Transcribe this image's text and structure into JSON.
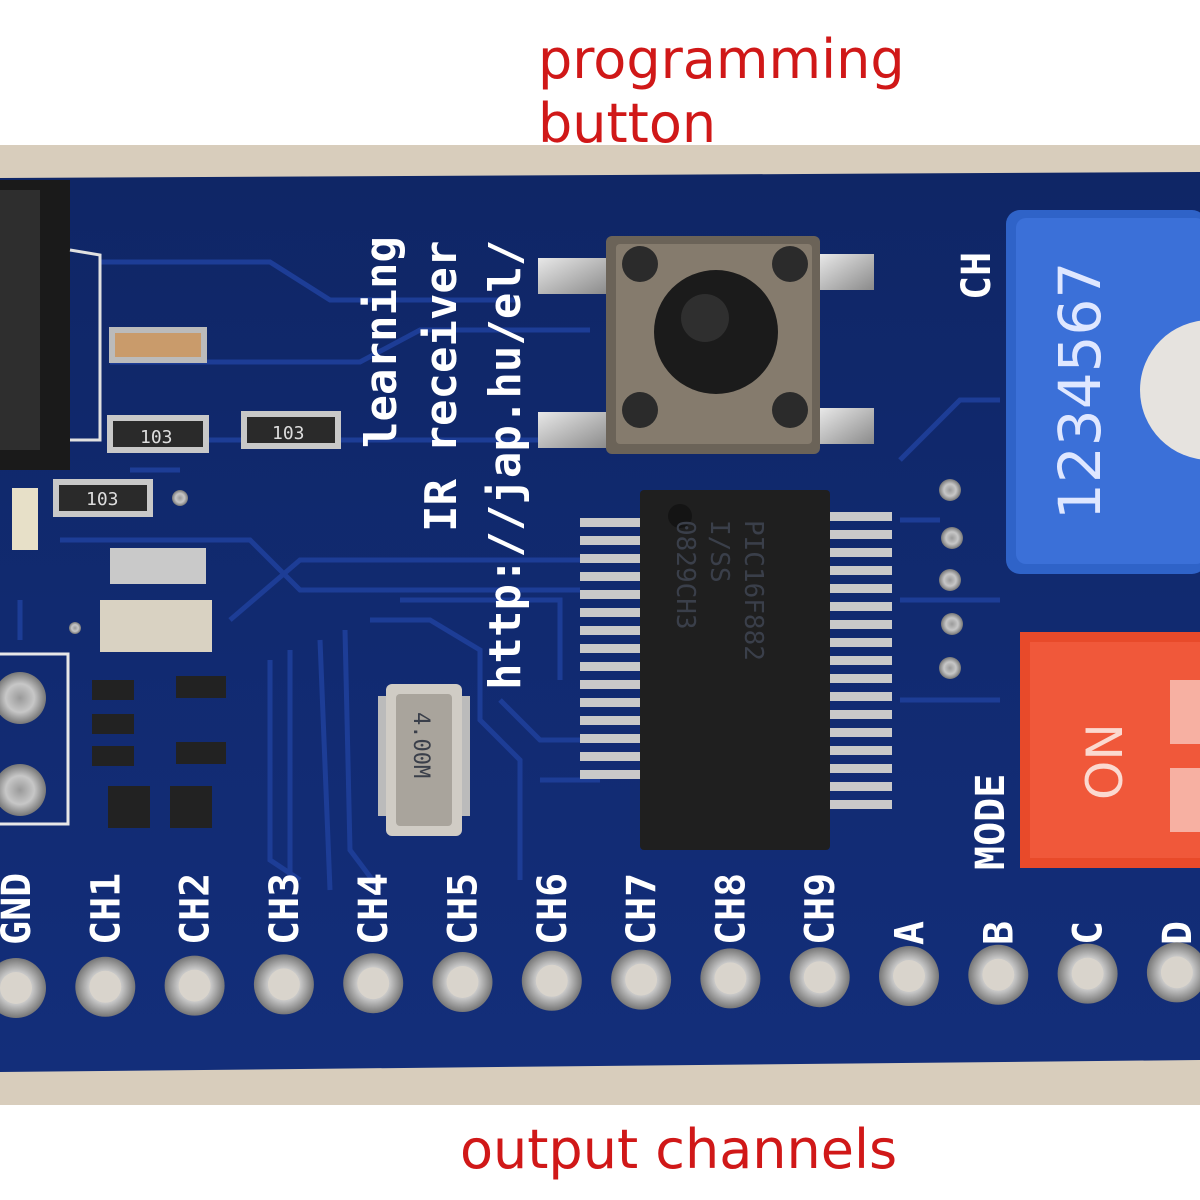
{
  "annotations": {
    "top_line1": "programming",
    "top_line2": "button",
    "bottom": "output channels"
  },
  "silkscreen": {
    "learning": "learning",
    "receiver": "IR receiver",
    "url": "http://jap.hu/el/",
    "ch_dial": "CH",
    "mode": "MODE",
    "on": "ON",
    "dial_digits": "1234567",
    "pins": [
      "GND",
      "CH1",
      "CH2",
      "CH3",
      "CH4",
      "CH5",
      "CH6",
      "CH7",
      "CH8",
      "CH9",
      "A",
      "B",
      "C",
      "D"
    ]
  },
  "components": {
    "mcu_line1": "PIC16F882",
    "mcu_line2": "I/SS",
    "mcu_line3": "0829CH3",
    "crystal": "4.00M",
    "resistor_a": "103",
    "resistor_b": "103",
    "resistor_c": "103"
  },
  "colors": {
    "pcb": "#11286e",
    "annotation": "#d01818",
    "dial": "#2f63c8",
    "dip_switch": "#e84a2a"
  }
}
